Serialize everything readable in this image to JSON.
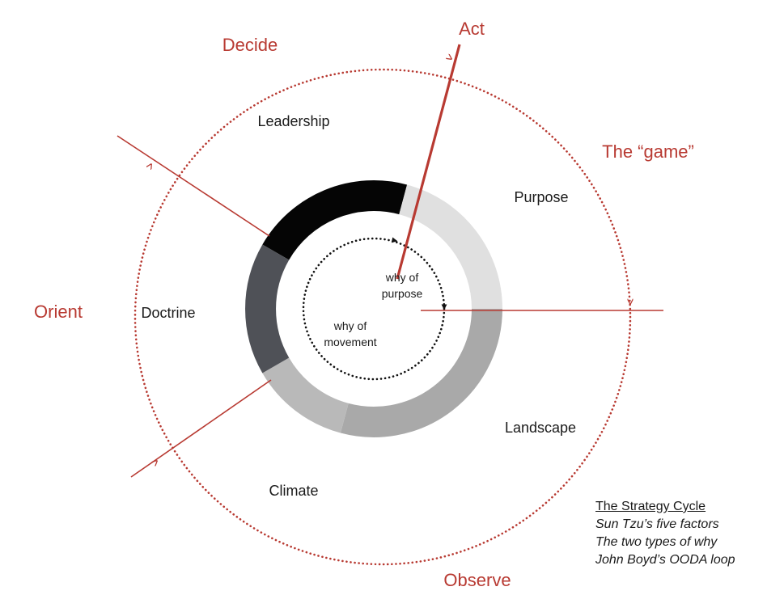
{
  "ooda": {
    "act": "Act",
    "decide": "Decide",
    "orient": "Orient",
    "observe": "Observe",
    "game": "The “game”"
  },
  "factors": {
    "leadership": "Leadership",
    "purpose": "Purpose",
    "doctrine": "Doctrine",
    "landscape": "Landscape",
    "climate": "Climate"
  },
  "why": {
    "purpose_line1": "why of",
    "purpose_line2": "purpose",
    "movement_line1": "why of",
    "movement_line2": "movement"
  },
  "legend": {
    "title": "The Strategy Cycle",
    "line1": "Sun Tzu’s five factors",
    "line2": "The two types of why",
    "line3": "John Boyd’s OODA loop"
  },
  "colors": {
    "accent": "#b83a32",
    "leadership": "#050505",
    "purpose": "#e0e0e0",
    "landscape": "#a9a9a9",
    "climate": "#b9b9b9",
    "doctrine": "#4f5157"
  }
}
